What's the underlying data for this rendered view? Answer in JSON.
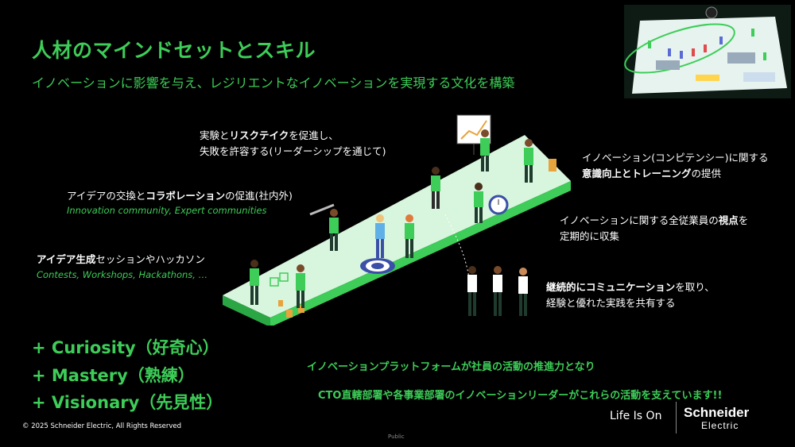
{
  "slide": {
    "title": "人材のマインドセットとスキル",
    "subtitle": "イノベーションに影響を与え、レジリエントなイノベーションを実現する文化を構築"
  },
  "captions": {
    "experiment_line1_pre": "実験と",
    "experiment_line1_bold": "リスクテイク",
    "experiment_line1_post": "を促進し、",
    "experiment_line2": "失敗を許容する(リーダーシップを通じて)",
    "exchange_pre": "アイデアの交換と",
    "exchange_bold": "コラボレーション",
    "exchange_post": "の促進(社内外)",
    "exchange_en": "Innovation community, Expert communities",
    "generation_bold": "アイデア生成",
    "generation_post": "セッションやハッカソン",
    "generation_en": "Contests, Workshops, Hackathons, …",
    "competency_line1": "イノベーション(コンピテンシー)に関する",
    "competency_line2_bold": "意識向上とトレーニング",
    "competency_line2_post": "の提供",
    "viewpoint_line1_pre": "イノベーションに関する全従業員の",
    "viewpoint_line1_bold": "視点",
    "viewpoint_line1_post": "を",
    "viewpoint_line2": "定期的に収集",
    "communication_line1_bold": "継続的にコミュニケーション",
    "communication_line1_post": "を取り、",
    "communication_line2": "経験と優れた実践を共有する"
  },
  "traits": [
    "+ Curiosity（好奇心）",
    "+ Mastery（熟練）",
    "+ Visionary（先見性）"
  ],
  "platform": {
    "line1": "イノベーションプラットフォームが社員の活動の推進力となり",
    "line2": "CTO直轄部署や各事業部署のイノベーションリーダーがこれらの活動を支えています!!"
  },
  "footer": {
    "copyright": "© 2025 Schneider Electric, All Rights Reserved",
    "classification": "Public",
    "tagline": "Life Is On",
    "brand_name": "Schneider",
    "brand_sub": "Electric"
  },
  "colors": {
    "accent_green": "#3dcd58",
    "platform_fill": "#d8f5dd",
    "background": "#000000"
  }
}
